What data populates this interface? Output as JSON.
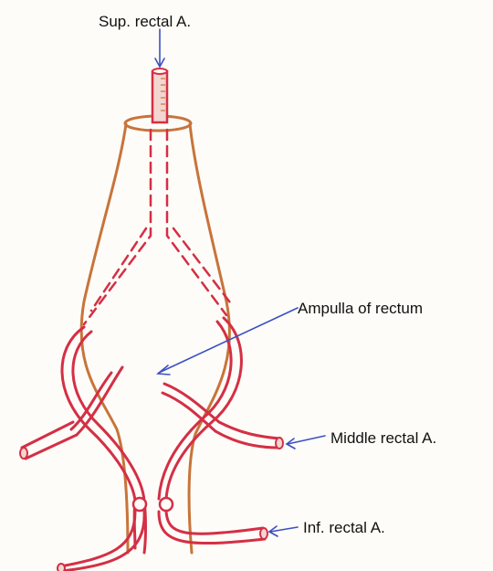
{
  "labels": {
    "superior_rectal": "Sup. rectal A.",
    "ampulla": "Ampulla of rectum",
    "middle_rectal": "Middle rectal A.",
    "inferior_rectal": "Inf. rectal A."
  },
  "colors": {
    "rectum_outline": "#c8743a",
    "artery": "#d42f45",
    "pointer_arrow": "#3b4fc4",
    "text": "#111111",
    "background": "#fdfcf8"
  }
}
